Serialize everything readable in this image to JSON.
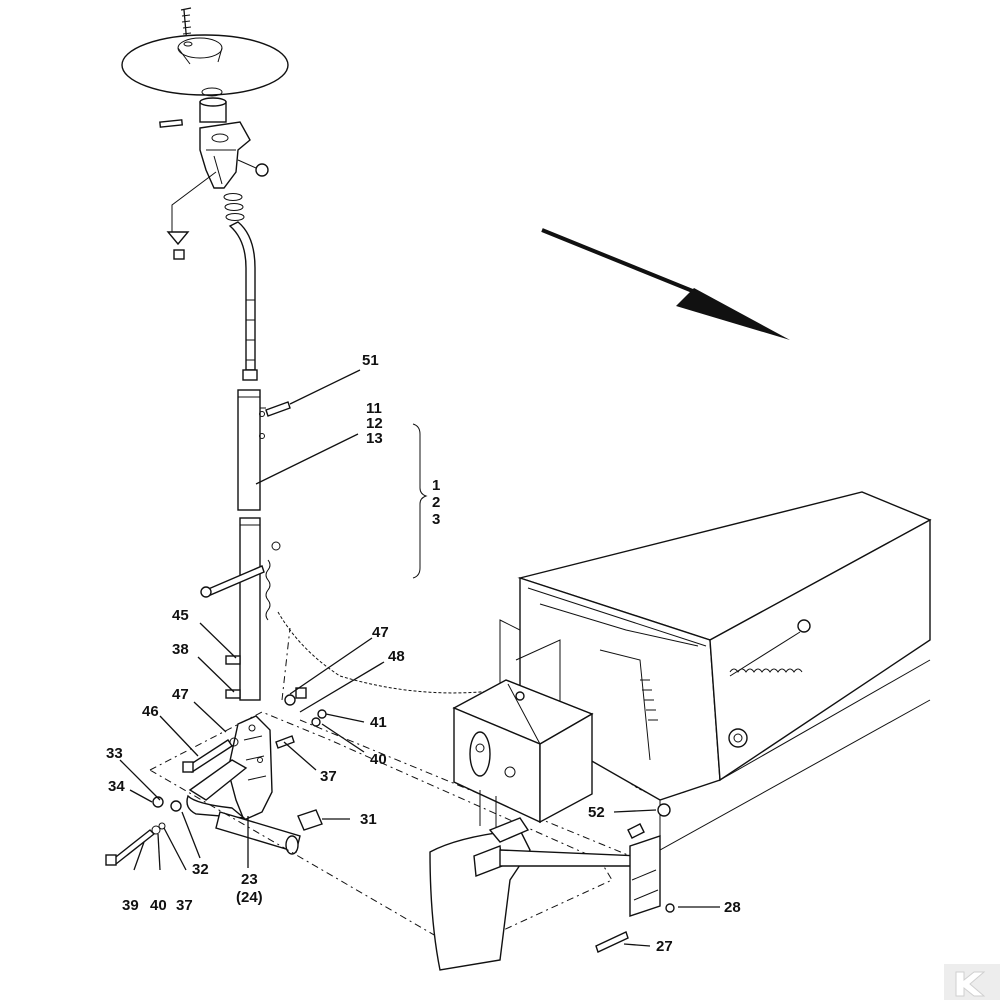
{
  "callouts": {
    "c51": "51",
    "c11": "11",
    "c12": "12",
    "c13": "13",
    "g1": "1",
    "g2": "2",
    "g3": "3",
    "c45": "45",
    "c38": "38",
    "c47a": "47",
    "c48": "48",
    "c47b": "47",
    "c41": "41",
    "c46": "46",
    "c40a": "40",
    "c37a": "37",
    "c33": "33",
    "c34": "34",
    "c31": "31",
    "c32": "32",
    "c23": "23",
    "c24": "(24)",
    "c39": "39",
    "c40b": "40",
    "c37b": "37",
    "c52": "52",
    "c28": "28",
    "c27": "27"
  }
}
